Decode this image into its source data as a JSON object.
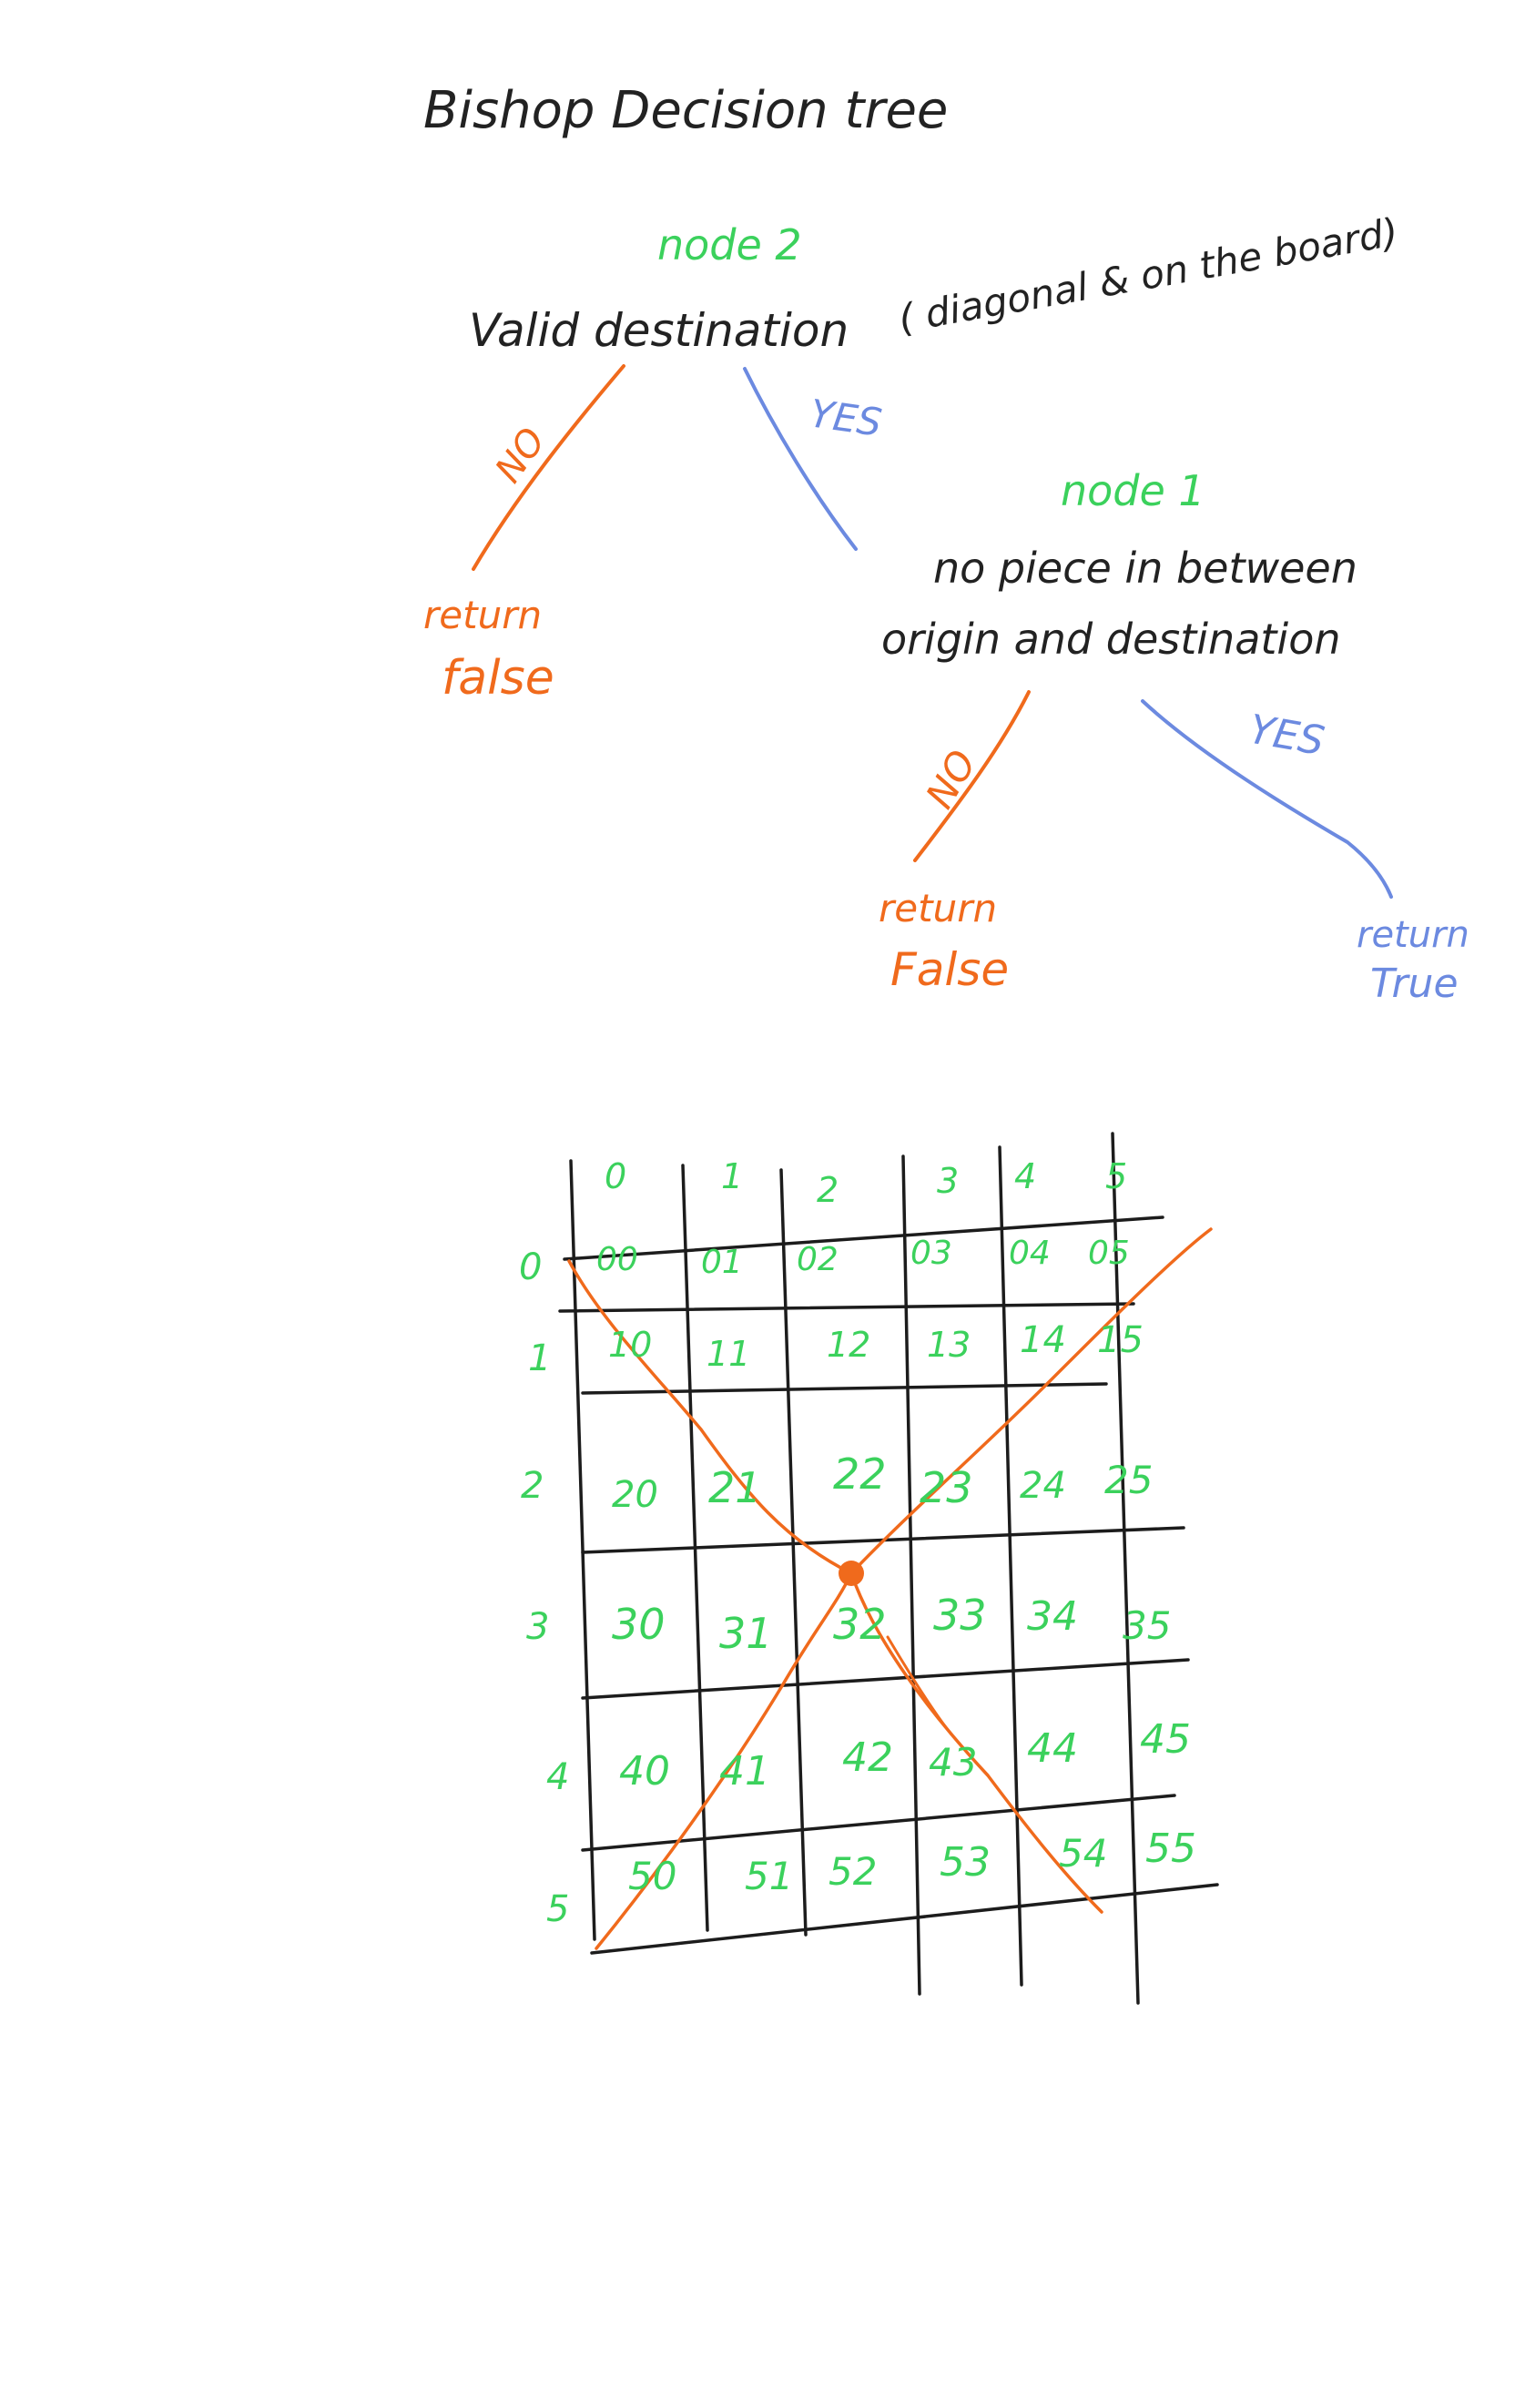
{
  "title": "Bishop Decision tree",
  "colors": {
    "ink": "#222222",
    "node_label": "#3bd15c",
    "no_branch": "#f06a1c",
    "yes_branch": "#6c8ae0",
    "grid_label": "#3bd15c",
    "diagonal": "#f06a1c"
  },
  "tree": {
    "node2": {
      "label": "node 2",
      "question_main": "Valid destination",
      "question_paren": "( diagonal & on the board)",
      "no_label": "NO",
      "yes_label": "YES",
      "no_result_line1": "return",
      "no_result_line2": "false"
    },
    "node1": {
      "label": "node 1",
      "question_line1": "no piece in between",
      "question_line2": "origin and destination",
      "no_label": "NO",
      "yes_label": "YES",
      "no_result_line1": "return",
      "no_result_line2": "False",
      "yes_result_line1": "return",
      "yes_result_line2": "True"
    }
  },
  "board": {
    "col_headers": [
      "0",
      "1",
      "2",
      "3",
      "4",
      "5"
    ],
    "row_headers": [
      "0",
      "1",
      "2",
      "3",
      "4",
      "5"
    ],
    "cells": [
      [
        "00",
        "01",
        "02",
        "03",
        "04",
        "05"
      ],
      [
        "10",
        "11",
        "12",
        "13",
        "14",
        "15"
      ],
      [
        "20",
        "21",
        "22",
        "23",
        "24",
        "25"
      ],
      [
        "30",
        "31",
        "32",
        "33",
        "34",
        "35"
      ],
      [
        "40",
        "41",
        "42",
        "43",
        "44",
        "45"
      ],
      [
        "50",
        "51",
        "52",
        "53",
        "54",
        "55"
      ]
    ],
    "origin_cell": {
      "row": 3,
      "col": 2
    }
  }
}
